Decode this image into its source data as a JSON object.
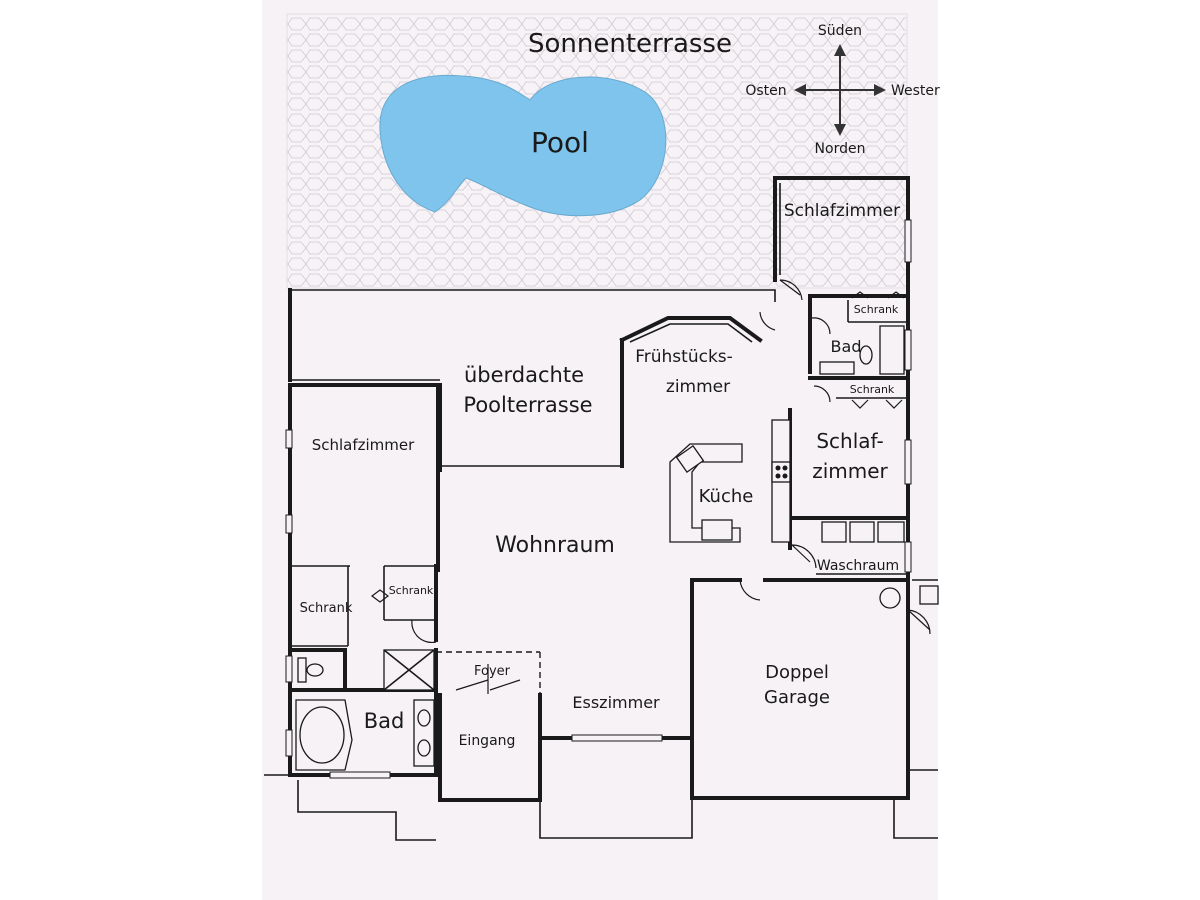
{
  "terrace": {
    "label": "Sonnenterrasse"
  },
  "pool": {
    "label": "Pool"
  },
  "compass": {
    "south": "Süden",
    "east": "Osten",
    "west": "Wester",
    "north": "Norden"
  },
  "rooms": {
    "bedroom_ne": "Schlafzimmer",
    "closet_ne": "Schrank",
    "bath_ne": "Bad",
    "closet_mid_e": "Schrank",
    "breakfast_1": "Frühstücks-",
    "breakfast_2": "zimmer",
    "covered_terrace_1": "überdachte",
    "covered_terrace_2": "Poolterrasse",
    "bedroom_w": "Schlafzimmer",
    "bedroom_e_1": "Schlaf-",
    "bedroom_e_2": "zimmer",
    "kitchen": "Küche",
    "living": "Wohnraum",
    "laundry": "Waschraum",
    "closet_w": "Schrank",
    "closet_w_small": "Schrank",
    "foyer": "Foyer",
    "bath_w": "Bad",
    "entrance": "Eingang",
    "dining": "Esszimmer",
    "garage_1": "Doppel",
    "garage_2": "Garage"
  },
  "colors": {
    "page": "#f6f2f6",
    "pool": "#7fc4ec",
    "terrace": "#d7d2dc",
    "wall": "#1a1a1a"
  }
}
